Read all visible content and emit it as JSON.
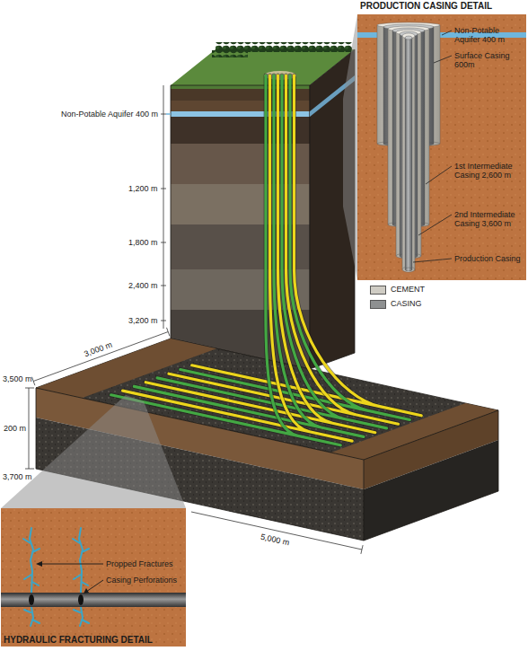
{
  "diagram": {
    "nodes": [
      {
        "text": [
          "PRODUCTION CASING DETAIL"
        ]
      },
      {
        "text": [
          "HYDRAULIC FRACTURING DETAIL"
        ]
      }
    ],
    "labels": [
      "Non-Potable Aquifer 400 m",
      "1,200 m",
      "1,800 m",
      "2,400 m",
      "3,200 m",
      "3,000 m",
      "3,500 m",
      "200 m",
      "3,700 m",
      "5,000 m",
      "Non-Potable Aquifer 400 m",
      "Surface Casing 600m",
      "1st Intermediate Casing 2,600 m",
      "2nd Intermediate Casing 3,600 m",
      "Production Casing",
      "Propped Fractures",
      "Casing Perforations"
    ],
    "legend": [
      {
        "text": "CEMENT",
        "color": "#cfccc4"
      },
      {
        "text": "CASING",
        "color": "#8e9091"
      }
    ]
  }
}
